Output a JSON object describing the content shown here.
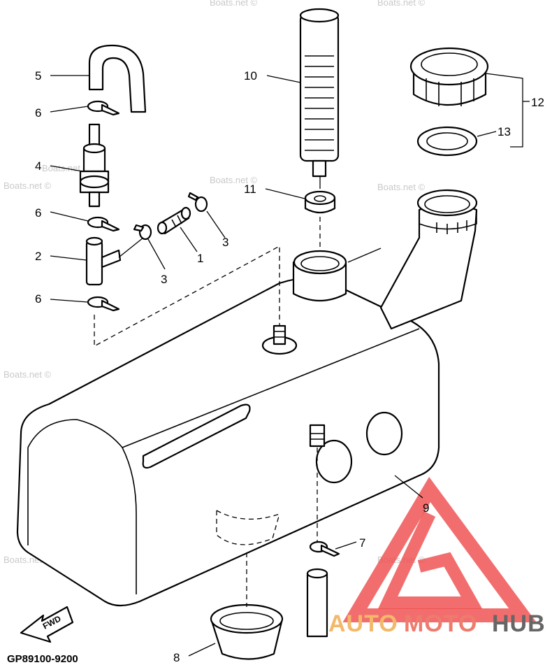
{
  "diagram": {
    "callouts": {
      "c1": "1",
      "c2": "2",
      "c3a": "3",
      "c3b": "3",
      "c4": "4",
      "c5": "5",
      "c6a": "6",
      "c6b": "6",
      "c6c": "6",
      "c7": "7",
      "c8": "8",
      "c9": "9",
      "c10": "10",
      "c11": "11",
      "c12": "12",
      "c13": "13"
    },
    "drawing_code": "GP89100-9200",
    "fwd_label": "FWD",
    "watermark": "Boats.net ©"
  },
  "brand": {
    "part1": "AUTO",
    "part2": "MOTO",
    "part3": "HUB",
    "colors": {
      "auto": "#f2b96a",
      "moto": "#ee7b6e",
      "hub": "#666666",
      "logo": "#ef4a4a"
    }
  }
}
